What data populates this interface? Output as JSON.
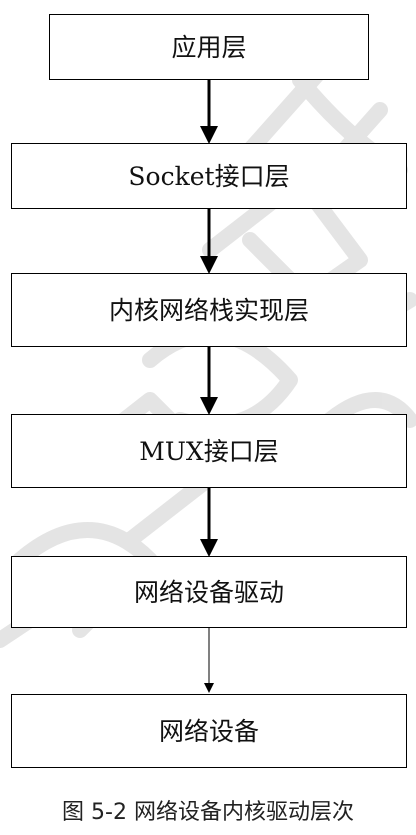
{
  "diagram": {
    "layers": [
      {
        "label": "应用层"
      },
      {
        "label": "Socket接口层"
      },
      {
        "label": "内核网络栈实现层"
      },
      {
        "label": "MUX接口层"
      },
      {
        "label": "网络设备驱动"
      },
      {
        "label": "网络设备"
      }
    ],
    "caption": "图 5-2    网络设备内核驱动层次"
  },
  "colors": {
    "box_border": "#000000",
    "arrow": "#000000",
    "watermark": "#dcdcdc"
  }
}
